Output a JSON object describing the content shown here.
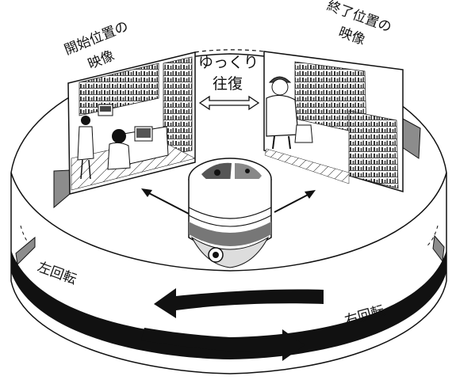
{
  "labels": {
    "start_line1": "開始位置の",
    "start_line2": "映像",
    "slow_line1": "ゆっくり",
    "slow_line2": "往復",
    "end_line1": "終了位置の",
    "end_line2": "映像",
    "left_rotation": "左回転",
    "right_rotation": "右回転"
  },
  "colors": {
    "line": "#111111",
    "band": "#111111",
    "panel_gray": "#8c8c8c",
    "background": "#ffffff"
  },
  "icons": {
    "camera": "dome-camera-icon",
    "swap": "double-arrow-icon"
  }
}
